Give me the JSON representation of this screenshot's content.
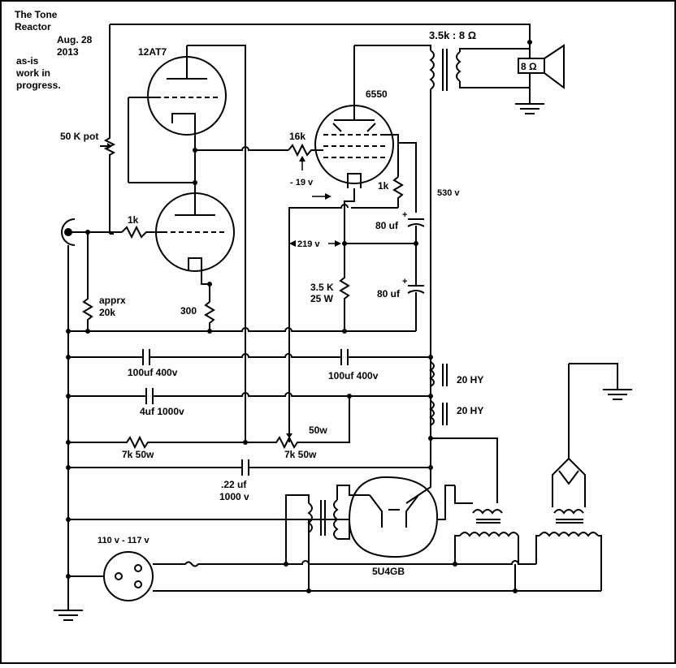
{
  "colors": {
    "ink": "#000000",
    "paper": "#ffffff"
  },
  "notes": {
    "title_line1": "The Tone",
    "title_line2": "Reactor",
    "date_line1": "Aug. 28",
    "date_line2": "2013",
    "status_line1": "as-is",
    "status_line2": "work in",
    "status_line3": "progress."
  },
  "tubes": {
    "preamp": "12AT7",
    "power": "6550",
    "rectifier": "5U4GB"
  },
  "components": {
    "pot_50k": "50 K pot",
    "r_1k_input": "1k",
    "r_apprx_1": "apprx",
    "r_apprx_2": "20k",
    "r_300": "300",
    "r_16k": "16k",
    "r_1k_screen": "1k",
    "r_3_5k_1": "3.5 K",
    "r_3_5k_2": "25 W",
    "cap_80uf_top": "80 uf",
    "cap_80uf_bottom": "80 uf",
    "cap_100uf_left": "100uf  400v",
    "cap_100uf_right": "100uf  400v",
    "cap_4uf": "4uf  1000v",
    "r_7k_left": "7k  50w",
    "r_7k_right_value": "7k  50w",
    "r_7k_right_power": "50w",
    "cap_022_1": ".22 uf",
    "cap_022_2": "1000 v",
    "choke_1": "20 HY",
    "choke_2": "20 HY",
    "output_transformer": "3.5k : 8 Ω",
    "speaker": "8 Ω",
    "mains": "110 v - 117 v"
  },
  "voltages": {
    "grid_bias": "- 19 v",
    "cathode": "219 v",
    "plate_supply": "530 v"
  }
}
